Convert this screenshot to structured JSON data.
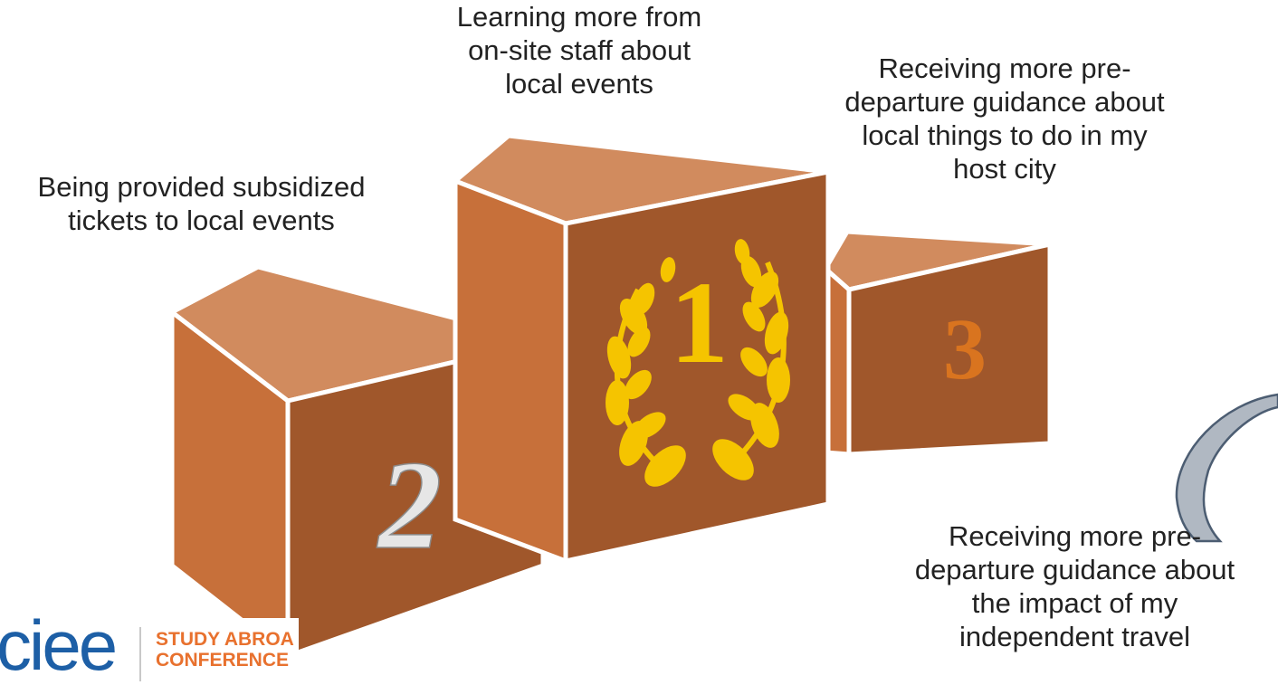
{
  "podium": {
    "first": {
      "rank": "1",
      "label": "Learning more from\non-site staff about\nlocal events"
    },
    "second": {
      "rank": "2",
      "label": "Being provided subsidized\ntickets to local events"
    },
    "third": {
      "rank": "3",
      "label": "Receiving more pre-\ndeparture guidance about\nlocal things to do in my\nhost city"
    }
  },
  "fourth": {
    "label": "Receiving more pre-\ndeparture guidance about\nthe impact of my\nindependent travel"
  },
  "brand": {
    "name": "ciee",
    "line1": "STUDY ABROA",
    "line2": "CONFERENCE"
  },
  "colors": {
    "box_top": "#d18b5e",
    "box_side": "#c7703a",
    "box_front": "#a0572b",
    "edge": "#ffffff",
    "wreath": "#f5c400",
    "numeral_2": "#e6e6e6",
    "numeral_3": "#d9741f",
    "arrow_fill": "#b0b8c2",
    "arrow_stroke": "#4c5d72",
    "brand_blue": "#1d5fa6",
    "brand_orange": "#e8712e"
  }
}
